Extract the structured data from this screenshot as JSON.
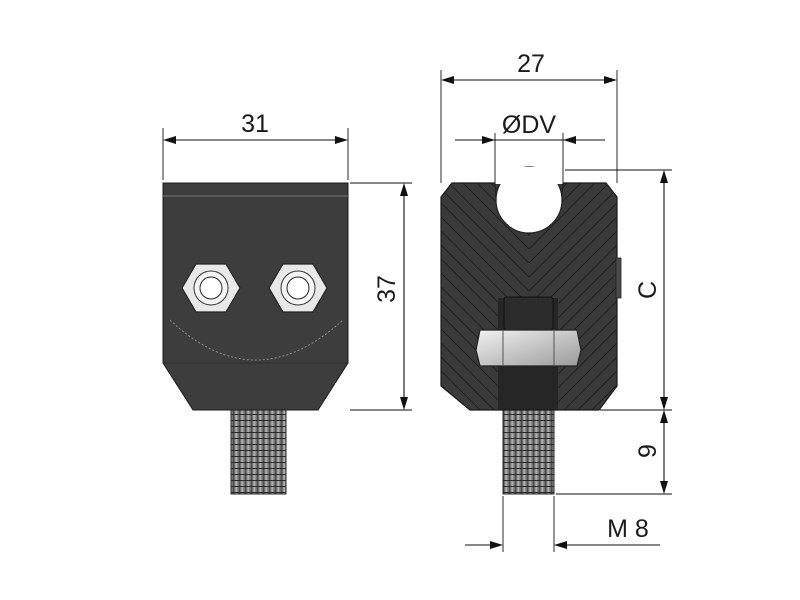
{
  "dimensions": {
    "width_front": "31",
    "height_front": "37",
    "width_side": "27",
    "bore_diameter": "ØDV",
    "height_c": "C",
    "thread_length": "9",
    "thread_size": "M 8"
  },
  "colors": {
    "body": "#3d3d3d",
    "outline": "#1c1c1c",
    "metal": "#d8d8d8",
    "thread": "#8a8a8a"
  }
}
